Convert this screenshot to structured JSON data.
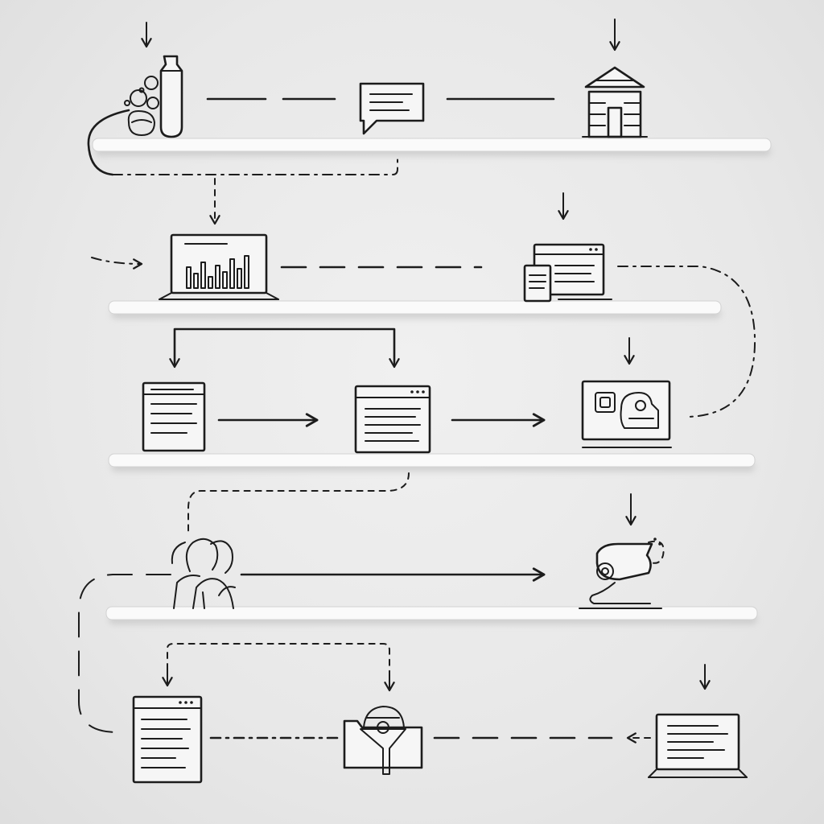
{
  "diagram": {
    "style": "line-art flow on wall shelves",
    "colors": {
      "background": "#e9e9e9",
      "ink": "#1c1c1c",
      "shelf_top": "#fafafa",
      "shelf_shadow": "#c9c9c9"
    },
    "shelves": 5,
    "nodes": [
      {
        "row": 1,
        "icon": "lab-flask-icon"
      },
      {
        "row": 1,
        "icon": "chat-bubble-icon"
      },
      {
        "row": 1,
        "icon": "bank-building-icon"
      },
      {
        "row": 2,
        "icon": "laptop-bar-chart-icon"
      },
      {
        "row": 2,
        "icon": "browser-with-tablet-icon"
      },
      {
        "row": 3,
        "icon": "document-window-icon"
      },
      {
        "row": 3,
        "icon": "browser-window-icon"
      },
      {
        "row": 3,
        "icon": "laptop-media-icon"
      },
      {
        "row": 4,
        "icon": "people-group-icon"
      },
      {
        "row": 4,
        "icon": "webcam-device-icon"
      },
      {
        "row": 5,
        "icon": "document-window-icon"
      },
      {
        "row": 5,
        "icon": "folder-funnel-icon"
      },
      {
        "row": 5,
        "icon": "laptop-text-icon"
      }
    ]
  }
}
